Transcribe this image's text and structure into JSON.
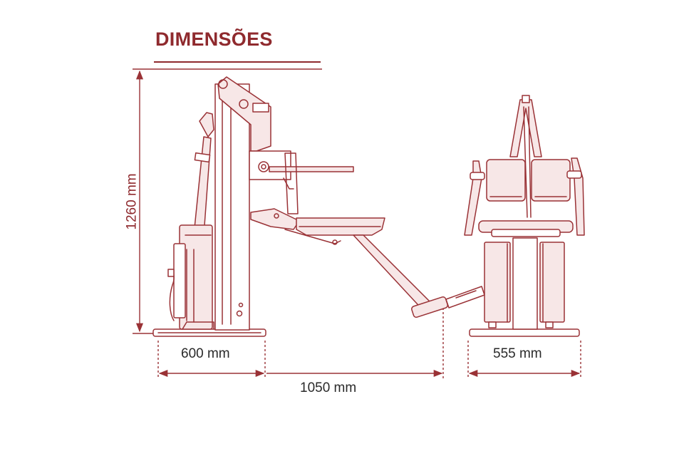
{
  "title": "DIMENSÕES",
  "colors": {
    "accent": "#8f2a2e",
    "line": "#9a3236",
    "fill": "#f7e7e7",
    "background": "#ffffff"
  },
  "dimensions": {
    "height": "1260 mm",
    "base_width": "600 mm",
    "total_length": "1050 mm",
    "side_width": "555 mm"
  }
}
